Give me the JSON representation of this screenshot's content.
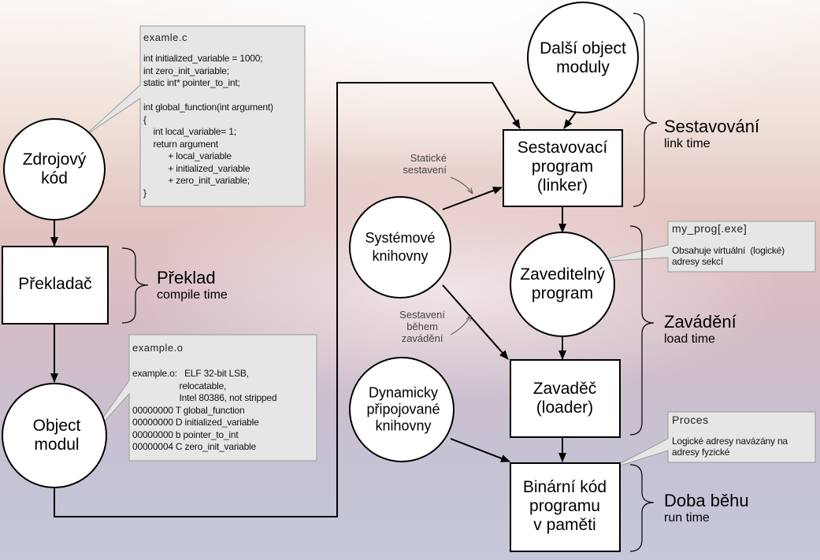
{
  "nodes": {
    "zdrojovy_kod": [
      "Zdrojový",
      "kód"
    ],
    "prekladac": "Překladač",
    "object_modul": [
      "Object",
      "modul"
    ],
    "dalsi_object_moduly": [
      "Další object",
      "moduly"
    ],
    "sestavovaci_program": [
      "Sestavovací",
      "program",
      "(linker)"
    ],
    "systemove_knihovny": [
      "Systémové",
      "knihovny"
    ],
    "zaveditelny_program": [
      "Zaveditelný",
      "program"
    ],
    "zavadec": [
      "Zavaděč",
      "(loader)"
    ],
    "dynamicky_knihovny": [
      "Dynamicky",
      "připojované",
      "knihovny"
    ],
    "binarni_kod": [
      "Binární kód",
      "programu",
      "v paměti"
    ]
  },
  "phases": {
    "preklad": {
      "title": "Překlad",
      "subtitle": "compile time"
    },
    "sestavovani": {
      "title": "Sestavování",
      "subtitle": "link time"
    },
    "zavadeni": {
      "title": "Zavádění",
      "subtitle": "load time"
    },
    "doba_behu": {
      "title": "Doba běhu",
      "subtitle": "run time"
    }
  },
  "edge_labels": {
    "staticke": [
      "Statické",
      "sestavení"
    ],
    "behem": [
      "Sestavení",
      "během",
      "zavádění"
    ]
  },
  "callouts": {
    "source": {
      "title": "examle.c",
      "lines": [
        "int initialized_variable = 1000;",
        "int zero_init_variable;",
        "static int* pointer_to_int;",
        "",
        "int global_function(int argument)",
        "{",
        "    int local_variable= 1;",
        "    return argument",
        "          + local_variable",
        "          + initialized_variable",
        "          + zero_init_variable;",
        "}"
      ]
    },
    "object": {
      "title": "example.o",
      "lines": [
        "example.o:   ELF 32-bit LSB,",
        "                   relocatable,",
        "                   Intel 80386, not stripped",
        "00000000 T global_function",
        "00000000 D initialized_variable",
        "00000000 b pointer_to_int",
        "00000004 C zero_init_variable"
      ]
    },
    "myprog": {
      "title": "my_prog[.exe]",
      "lines": [
        "Obsahuje virtuální  (logické)",
        "adresy sekcí"
      ]
    },
    "proces": {
      "title": "Proces",
      "lines": [
        "Logické adresy navázány na",
        "adresy fyzické"
      ]
    }
  }
}
